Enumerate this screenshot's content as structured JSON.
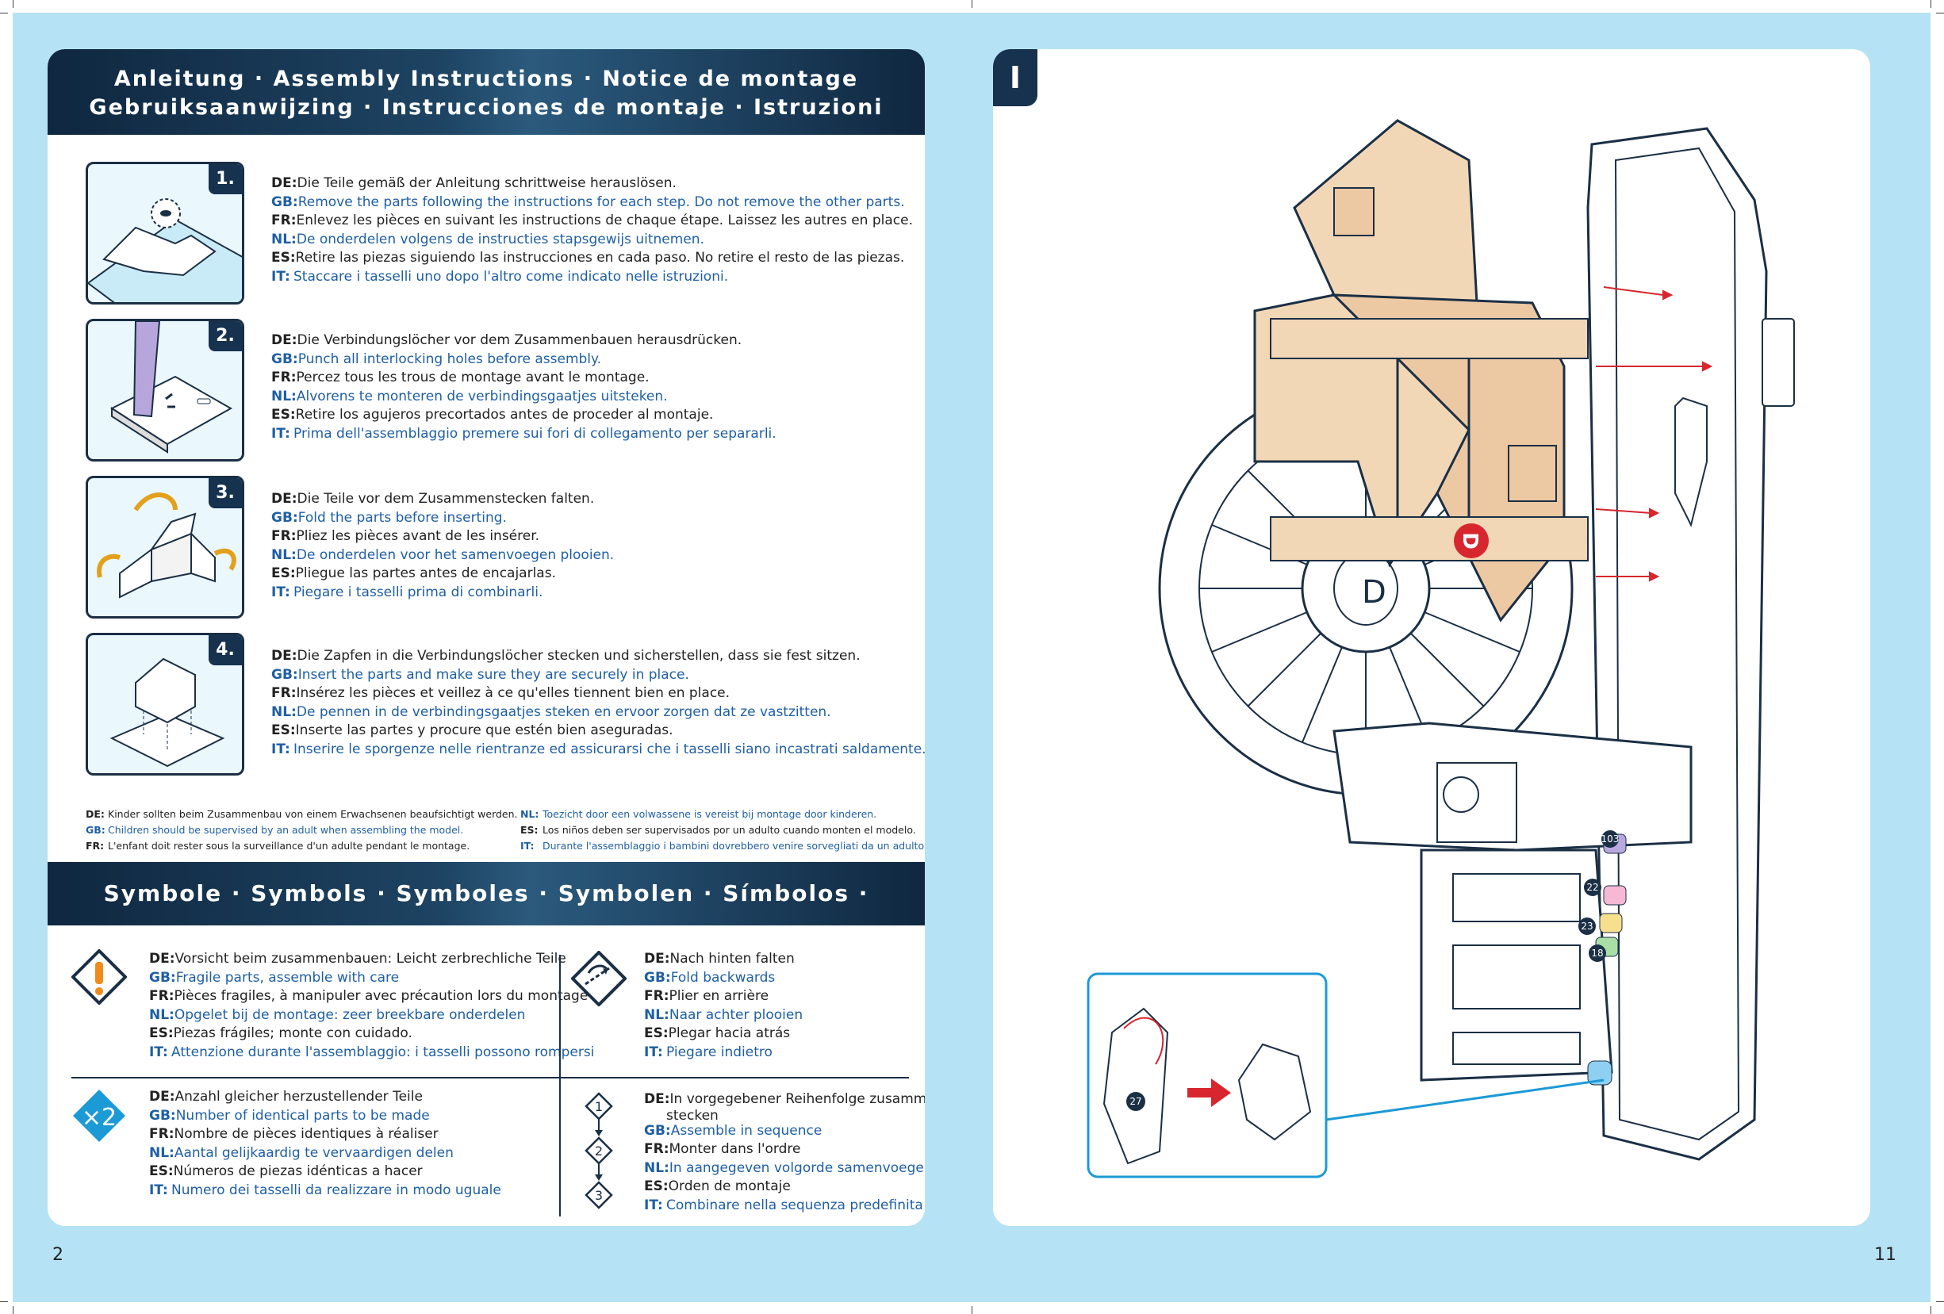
{
  "header": {
    "line1": "Anleitung · Assembly Instructions · Notice de montage",
    "line2": "Gebruiksaanwijzing · Instrucciones de montaje · Istruzioni"
  },
  "steps": [
    {
      "num": "1.",
      "lines": [
        {
          "code": "DE:",
          "text": "Die Teile gemäß der Anleitung schrittweise herauslösen."
        },
        {
          "code": "GB:",
          "text": "Remove the parts following the instructions for each step. Do not remove the other parts."
        },
        {
          "code": "FR:",
          "text": "Enlevez les pièces en suivant les instructions de chaque étape. Laissez les autres en place."
        },
        {
          "code": "NL:",
          "text": "De onderdelen volgens de instructies stapsgewijs uitnemen."
        },
        {
          "code": "ES:",
          "text": "Retire las piezas siguiendo las instrucciones en cada paso. No retire el resto de las piezas."
        },
        {
          "code": "IT:",
          "text": "Staccare i tasselli uno dopo l'altro come indicato nelle istruzioni."
        }
      ]
    },
    {
      "num": "2.",
      "lines": [
        {
          "code": "DE:",
          "text": "Die Verbindungslöcher vor dem Zusammenbauen herausdrücken."
        },
        {
          "code": "GB:",
          "text": "Punch all interlocking holes before assembly."
        },
        {
          "code": "FR:",
          "text": "Percez tous les trous de montage avant le montage."
        },
        {
          "code": "NL:",
          "text": "Alvorens te monteren de verbindingsgaatjes uitsteken."
        },
        {
          "code": "ES:",
          "text": "Retire los agujeros precortados antes de proceder al montaje."
        },
        {
          "code": "IT:",
          "text": "Prima dell'assemblaggio premere sui fori di collegamento per separarli."
        }
      ]
    },
    {
      "num": "3.",
      "lines": [
        {
          "code": "DE:",
          "text": "Die Teile vor dem Zusammenstecken falten."
        },
        {
          "code": "GB:",
          "text": "Fold the parts before inserting."
        },
        {
          "code": "FR:",
          "text": "Pliez les pièces avant de les insérer."
        },
        {
          "code": "NL:",
          "text": "De onderdelen voor het samenvoegen plooien."
        },
        {
          "code": "ES:",
          "text": "Pliegue las partes antes de encajarlas."
        },
        {
          "code": "IT:",
          "text": "Piegare i tasselli prima di combinarli."
        }
      ]
    },
    {
      "num": "4.",
      "lines": [
        {
          "code": "DE:",
          "text": "Die Zapfen in die Verbindungslöcher stecken und sicherstellen, dass sie fest sitzen."
        },
        {
          "code": "GB:",
          "text": "Insert the parts and make sure they are securely in place."
        },
        {
          "code": "FR:",
          "text": "Insérez les pièces et veillez à ce qu'elles tiennent bien en place."
        },
        {
          "code": "NL:",
          "text": "De pennen in de verbindingsgaatjes steken en ervoor zorgen dat ze vastzitten."
        },
        {
          "code": "ES:",
          "text": "Inserte las partes y procure que estén bien aseguradas."
        },
        {
          "code": "IT:",
          "text": "Inserire le sporgenze nelle rientranze ed assicurarsi che i tasselli siano incastrati saldamente."
        }
      ]
    }
  ],
  "supervision": {
    "left": [
      {
        "code": "DE:",
        "text": "Kinder sollten beim Zusammenbau von einem Erwachsenen beaufsichtigt werden."
      },
      {
        "code": "GB:",
        "text": "Children should be supervised by an adult when assembling the model."
      },
      {
        "code": "FR:",
        "text": "L'enfant doit rester sous la surveillance d'un adulte pendant le montage."
      }
    ],
    "right": [
      {
        "code": "NL:",
        "text": "Toezicht door een volwassene is vereist bij montage door kinderen."
      },
      {
        "code": "ES:",
        "text": "Los niños deben ser supervisados por un adulto cuando monten el modelo."
      },
      {
        "code": "IT:",
        "text": "Durante l'assemblaggio i bambini dovrebbero venire sorvegliati da un adulto."
      }
    ]
  },
  "symbols_header": "Symbole · Symbols · Symboles · Symbolen · Símbolos · Simboli",
  "symbols": {
    "fragile": [
      {
        "code": "DE:",
        "text": "Vorsicht beim zusammenbauen: Leicht zerbrechliche Teile"
      },
      {
        "code": "GB:",
        "text": "Fragile parts, assemble with care"
      },
      {
        "code": "FR:",
        "text": "Pièces fragiles, à manipuler avec précaution lors du montage"
      },
      {
        "code": "NL:",
        "text": "Opgelet bij de montage: zeer breekbare onderdelen"
      },
      {
        "code": "ES:",
        "text": "Piezas frágiles; monte con cuidado."
      },
      {
        "code": "IT:",
        "text": "Attenzione durante l'assemblaggio: i tasselli possono rompersi"
      }
    ],
    "fold_back": [
      {
        "code": "DE:",
        "text": "Nach hinten falten"
      },
      {
        "code": "GB:",
        "text": "Fold backwards"
      },
      {
        "code": "FR:",
        "text": "Plier en arrière"
      },
      {
        "code": "NL:",
        "text": "Naar achter plooien"
      },
      {
        "code": "ES:",
        "text": "Plegar hacia atrás"
      },
      {
        "code": "IT:",
        "text": "Piegare indietro"
      }
    ],
    "quantity": [
      {
        "code": "DE:",
        "text": "Anzahl gleicher herzustellender Teile"
      },
      {
        "code": "GB:",
        "text": "Number of identical parts to be made"
      },
      {
        "code": "FR:",
        "text": "Nombre de pièces identiques à réaliser"
      },
      {
        "code": "NL:",
        "text": "Aantal gelijkaardig te vervaardigen delen"
      },
      {
        "code": "ES:",
        "text": "Números de piezas idénticas a hacer"
      },
      {
        "code": "IT:",
        "text": "Numero dei tasselli da realizzare in modo uguale"
      }
    ],
    "quantity_icon": "×2",
    "sequence": [
      {
        "code": "DE:",
        "text": "In vorgegebener Reihenfolge zusammen-"
      },
      {
        "code": "",
        "text": "stecken"
      },
      {
        "code": "GB:",
        "text": "Assemble in sequence"
      },
      {
        "code": "FR:",
        "text": "Monter dans l'ordre"
      },
      {
        "code": "NL:",
        "text": "In aangegeven volgorde samenvoegen"
      },
      {
        "code": "ES:",
        "text": "Orden de montaje"
      },
      {
        "code": "IT:",
        "text": "Combinare nella sequenza predefinita"
      }
    ],
    "sequence_icon": [
      "1",
      "2",
      "3"
    ]
  },
  "right_page": {
    "section_letter": "I",
    "part_label": "D",
    "stamp_letter": "D",
    "part_numbers": [
      "103",
      "22",
      "23",
      "18"
    ],
    "inset_part": "27"
  },
  "page_numbers": {
    "left": "2",
    "right": "11"
  },
  "colors": {
    "background": "#b5e3f5",
    "banner": "#16324f",
    "accent_blue": "#1f5fa3",
    "warning_orange": "#f08a1c",
    "badge_red": "#d7262e"
  }
}
